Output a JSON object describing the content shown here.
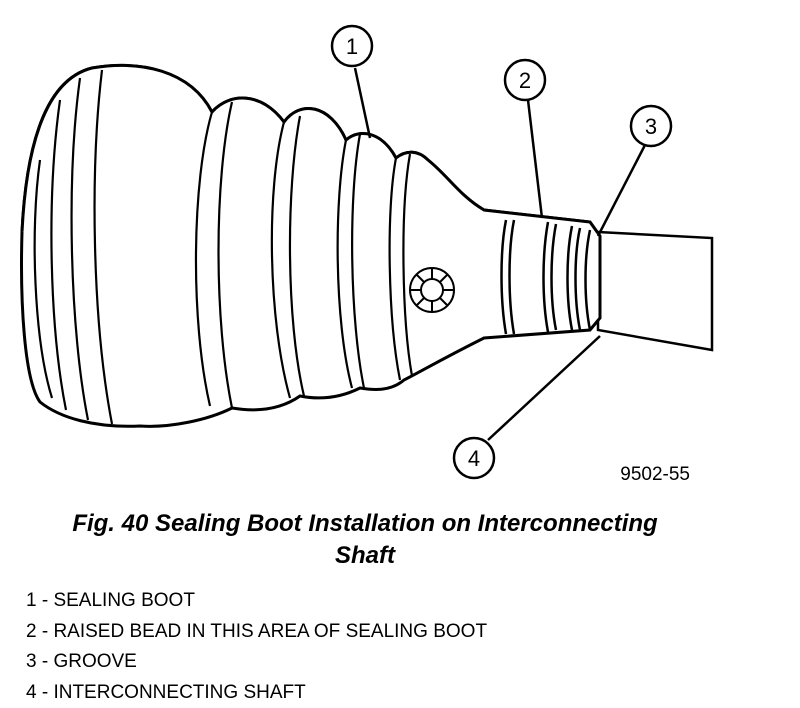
{
  "figure": {
    "number_text": "9502-55",
    "callouts": [
      "1",
      "2",
      "3",
      "4"
    ],
    "caption_line1": "Fig. 40 Sealing Boot Installation on Interconnecting",
    "caption_line2": "Shaft"
  },
  "legend": [
    "1 - SEALING BOOT",
    "2 - RAISED BEAD IN THIS AREA OF SEALING BOOT",
    "3 - GROOVE",
    "4 - INTERCONNECTING SHAFT"
  ],
  "colors": {
    "ink": "#000000",
    "paper": "#ffffff",
    "shade": "#4a4a4a"
  }
}
